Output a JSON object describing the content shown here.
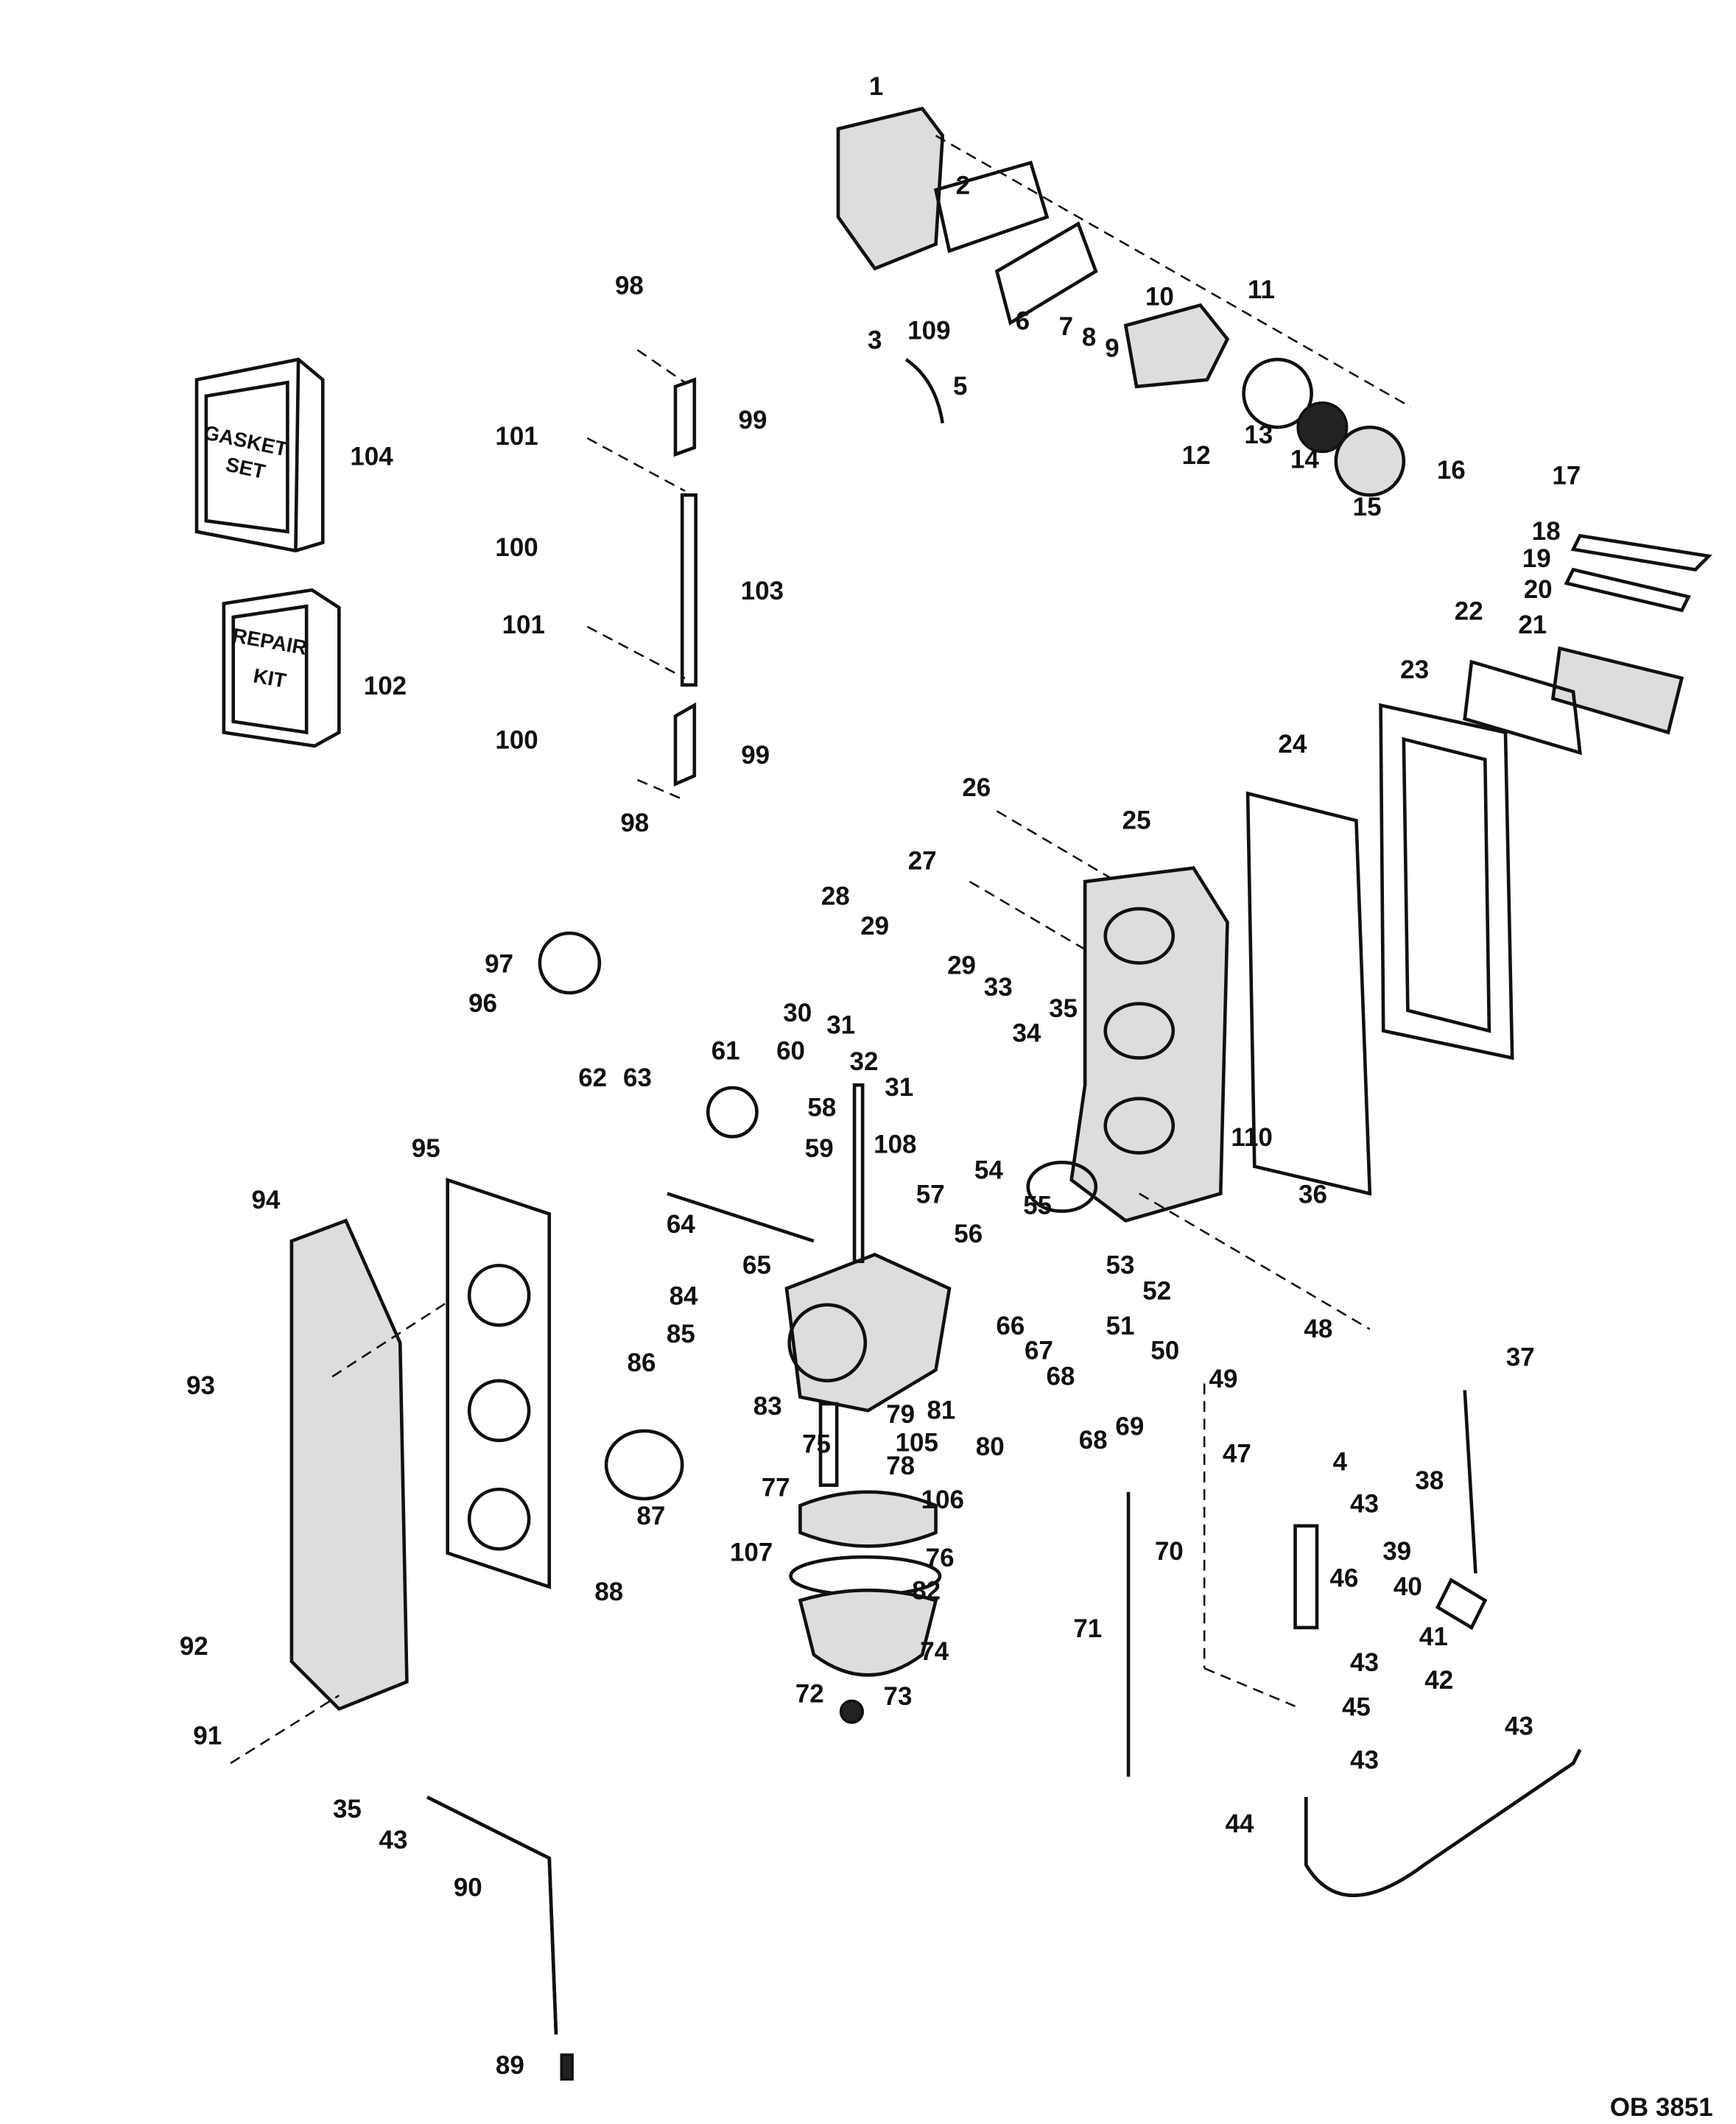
{
  "diagram": {
    "type": "exploded parts diagram",
    "reference_code": "OB 3851",
    "kit_boxes": {
      "gasket_set": {
        "line1": "GASKET",
        "line2": "SET"
      },
      "repair_kit": {
        "line1": "REPAIR",
        "line2": "KIT"
      }
    },
    "callouts": [
      "1",
      "2",
      "3",
      "109",
      "6",
      "7",
      "8",
      "9",
      "10",
      "11",
      "5",
      "12",
      "13",
      "14",
      "15",
      "16",
      "17",
      "18",
      "19",
      "20",
      "21",
      "22",
      "23",
      "24",
      "25",
      "26",
      "27",
      "28",
      "29",
      "29",
      "33",
      "30",
      "31",
      "31",
      "34",
      "35",
      "61",
      "60",
      "32",
      "58",
      "62",
      "63",
      "97",
      "96",
      "98",
      "101",
      "99",
      "104",
      "100",
      "103",
      "101",
      "102",
      "100",
      "99",
      "98",
      "95",
      "94",
      "108",
      "59",
      "57",
      "110",
      "36",
      "54",
      "55",
      "64",
      "65",
      "56",
      "53",
      "52",
      "84",
      "85",
      "86",
      "66",
      "67",
      "68",
      "51",
      "50",
      "48",
      "49",
      "83",
      "79",
      "81",
      "105",
      "68",
      "69",
      "80",
      "47",
      "4",
      "43",
      "37",
      "38",
      "93",
      "87",
      "75",
      "78",
      "77",
      "106",
      "70",
      "76",
      "107",
      "82",
      "88",
      "46",
      "39",
      "40",
      "71",
      "74",
      "41",
      "42",
      "43",
      "45",
      "92",
      "72",
      "73",
      "91",
      "43",
      "43",
      "35",
      "43",
      "44",
      "90",
      "89"
    ]
  }
}
